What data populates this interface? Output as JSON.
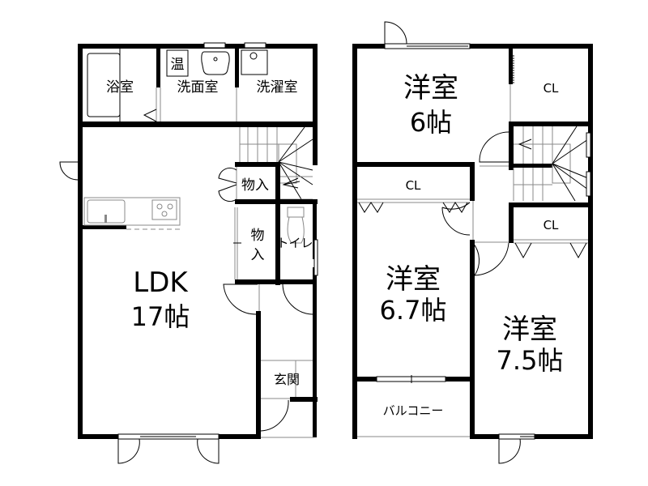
{
  "floor1": {
    "rooms": {
      "bath": "浴室",
      "washroom": "洗面室",
      "water_heater": "温",
      "laundry": "洗濯室",
      "storage_upper": "物入",
      "storage_lower_line1": "物",
      "storage_lower_line2": "入",
      "toilet": "トイレ",
      "ldk_name": "LDK",
      "ldk_size": "17帖",
      "entrance": "玄関"
    }
  },
  "floor2": {
    "rooms": {
      "room_a_name": "洋室",
      "room_a_size": "6帖",
      "closet_a": "CL",
      "closet_b": "CL",
      "closet_c": "CL",
      "room_b_name": "洋室",
      "room_b_size": "6.7帖",
      "room_c_name": "洋室",
      "room_c_size": "7.5帖",
      "balcony": "バルコニー"
    }
  },
  "colors": {
    "wall": "#000000",
    "background": "#ffffff",
    "fixture": "#888888"
  }
}
